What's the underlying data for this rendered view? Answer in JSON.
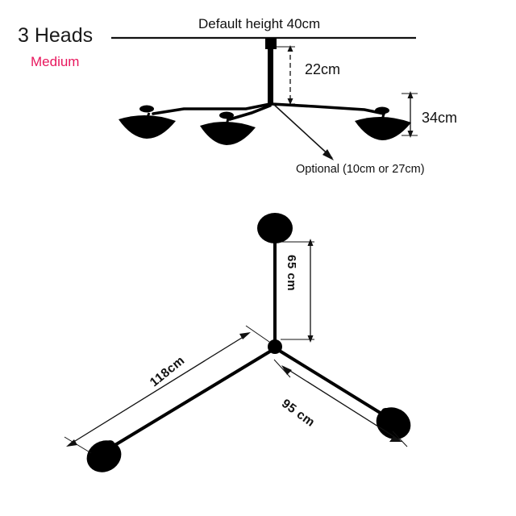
{
  "diagram": {
    "title_heads": "3 Heads",
    "size_label": "Medium",
    "top_view": {
      "default_height": "Default height 40cm",
      "stem_length": "22cm",
      "drop_height": "34cm",
      "optional_note": "Optional (10cm or 27cm)"
    },
    "bottom_view": {
      "arm_vertical": "65 cm",
      "arm_left": "118cm",
      "arm_right": "95 cm"
    },
    "colors": {
      "ink": "#111111",
      "accent": "#e8175d",
      "lamp": "#000000",
      "background": "#ffffff"
    }
  }
}
